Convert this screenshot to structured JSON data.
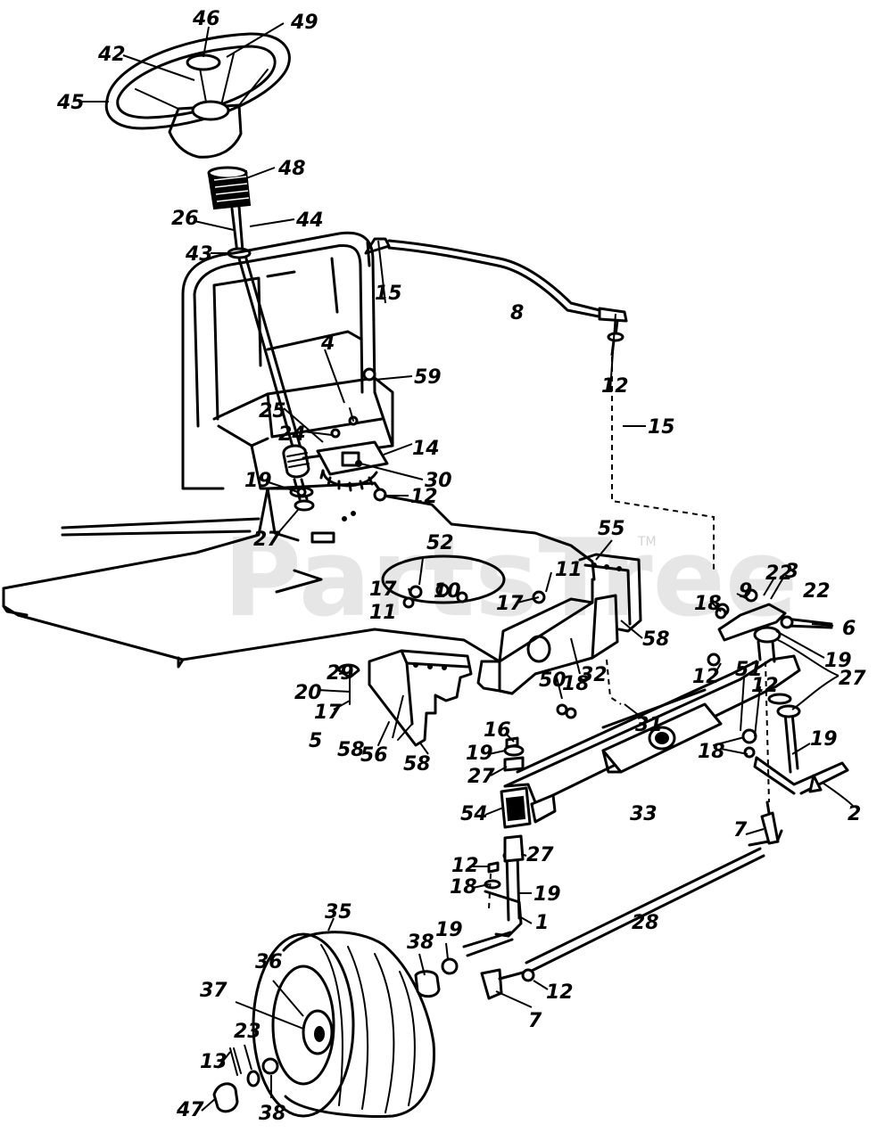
{
  "watermark": {
    "text": "PartsTree",
    "trademark": "TM"
  },
  "callouts": [
    {
      "id": "c46a",
      "text": "46"
    },
    {
      "id": "c49a",
      "text": "49"
    },
    {
      "id": "c42a",
      "text": "42"
    },
    {
      "id": "c45a",
      "text": "45"
    },
    {
      "id": "c48a",
      "text": "48"
    },
    {
      "id": "c26a",
      "text": "26"
    },
    {
      "id": "c44a",
      "text": "44"
    },
    {
      "id": "c43a",
      "text": "43"
    },
    {
      "id": "c15a",
      "text": "15"
    },
    {
      "id": "c8a",
      "text": "8"
    },
    {
      "id": "c59a",
      "text": "59"
    },
    {
      "id": "c4a",
      "text": "4"
    },
    {
      "id": "c12a",
      "text": "12"
    },
    {
      "id": "c15b",
      "text": "15"
    },
    {
      "id": "c25a",
      "text": "25"
    },
    {
      "id": "c24a",
      "text": "24"
    },
    {
      "id": "c14a",
      "text": "14"
    },
    {
      "id": "c30a",
      "text": "30"
    },
    {
      "id": "c19a",
      "text": "19"
    },
    {
      "id": "c12b",
      "text": "12"
    },
    {
      "id": "c27a",
      "text": "27"
    },
    {
      "id": "c55a",
      "text": "55"
    },
    {
      "id": "c52a",
      "text": "52"
    },
    {
      "id": "c11a",
      "text": "11"
    },
    {
      "id": "c17a",
      "text": "17"
    },
    {
      "id": "c10a",
      "text": "10"
    },
    {
      "id": "c11b",
      "text": "11"
    },
    {
      "id": "c17b",
      "text": "17"
    },
    {
      "id": "c58a",
      "text": "58"
    },
    {
      "id": "c22a",
      "text": "22"
    },
    {
      "id": "c9a",
      "text": "9"
    },
    {
      "id": "c3a",
      "text": "3"
    },
    {
      "id": "c18a",
      "text": "18"
    },
    {
      "id": "c22b",
      "text": "22"
    },
    {
      "id": "c6a",
      "text": "6"
    },
    {
      "id": "c19b",
      "text": "19"
    },
    {
      "id": "c12c",
      "text": "12"
    },
    {
      "id": "c27b",
      "text": "27"
    },
    {
      "id": "c29a",
      "text": "29"
    },
    {
      "id": "c20a",
      "text": "20"
    },
    {
      "id": "c17c",
      "text": "17"
    },
    {
      "id": "c5a",
      "text": "5"
    },
    {
      "id": "c58b",
      "text": "58"
    },
    {
      "id": "c56a",
      "text": "56"
    },
    {
      "id": "c58c",
      "text": "58"
    },
    {
      "id": "c32a",
      "text": "32"
    },
    {
      "id": "c50a",
      "text": "50"
    },
    {
      "id": "c18b",
      "text": "18"
    },
    {
      "id": "c31a",
      "text": "31"
    },
    {
      "id": "c51a",
      "text": "51"
    },
    {
      "id": "c12d",
      "text": "12"
    },
    {
      "id": "c19c",
      "text": "19"
    },
    {
      "id": "c18c",
      "text": "18"
    },
    {
      "id": "c16a",
      "text": "16"
    },
    {
      "id": "c19d",
      "text": "19"
    },
    {
      "id": "c27c",
      "text": "27"
    },
    {
      "id": "c54a",
      "text": "54"
    },
    {
      "id": "c33a",
      "text": "33"
    },
    {
      "id": "c2a",
      "text": "2"
    },
    {
      "id": "c7a",
      "text": "7"
    },
    {
      "id": "c12e",
      "text": "12"
    },
    {
      "id": "c27d",
      "text": "27"
    },
    {
      "id": "c18d",
      "text": "18"
    },
    {
      "id": "c19e",
      "text": "19"
    },
    {
      "id": "c1a",
      "text": "1"
    },
    {
      "id": "c28a",
      "text": "28"
    },
    {
      "id": "c35a",
      "text": "35"
    },
    {
      "id": "c38a",
      "text": "38"
    },
    {
      "id": "c19f",
      "text": "19"
    },
    {
      "id": "c36a",
      "text": "36"
    },
    {
      "id": "c37a",
      "text": "37"
    },
    {
      "id": "c12f",
      "text": "12"
    },
    {
      "id": "c7b",
      "text": "7"
    },
    {
      "id": "c13a",
      "text": "13"
    },
    {
      "id": "c23a",
      "text": "23"
    },
    {
      "id": "c47a",
      "text": "47"
    },
    {
      "id": "c38b",
      "text": "38"
    }
  ]
}
